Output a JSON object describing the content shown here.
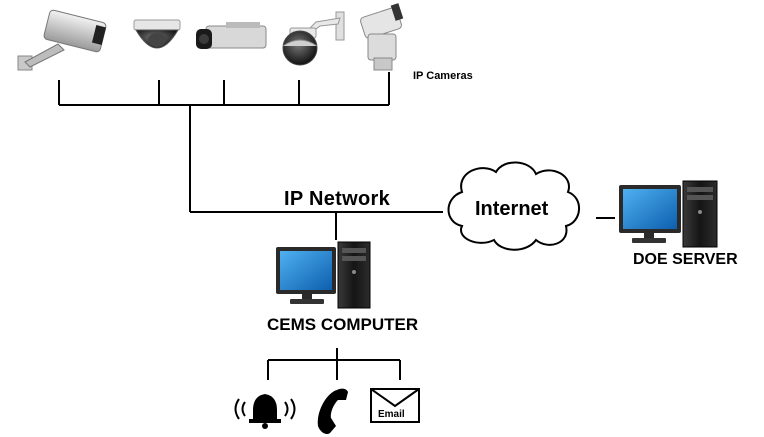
{
  "labels": {
    "ip_cameras": "IP Cameras",
    "ip_network": "IP Network",
    "internet": "Internet",
    "cems_computer": "CEMS COMPUTER",
    "doe_server": "DOE SERVER",
    "email": "Email"
  },
  "icons": [
    "bullet-camera-icon",
    "dome-camera-icon",
    "box-camera-icon",
    "ptz-dome-camera-icon",
    "ptz-camera-icon",
    "alarm-bell-icon",
    "telephone-icon",
    "email-envelope-icon",
    "monitor-icon",
    "tower-pc-icon",
    "cloud-icon"
  ],
  "colors": {
    "line": "#000000",
    "screen": "#1e7fd0",
    "tower": "#1a1a1a"
  }
}
